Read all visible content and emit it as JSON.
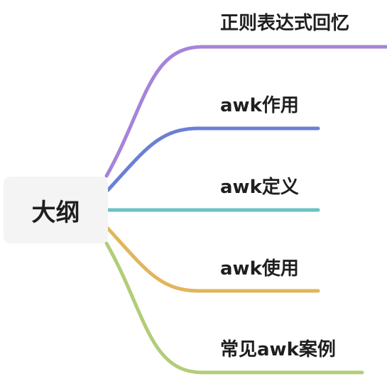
{
  "root": {
    "label": "大纲"
  },
  "branches": [
    {
      "label": "正则表达式回忆",
      "color": "#a684da"
    },
    {
      "label": "awk作用",
      "color": "#6b7fd6"
    },
    {
      "label": "awk定义",
      "color": "#6cc2c4"
    },
    {
      "label": "awk使用",
      "color": "#e1b65a"
    },
    {
      "label": "常见awk案例",
      "color": "#b2cd78"
    }
  ]
}
